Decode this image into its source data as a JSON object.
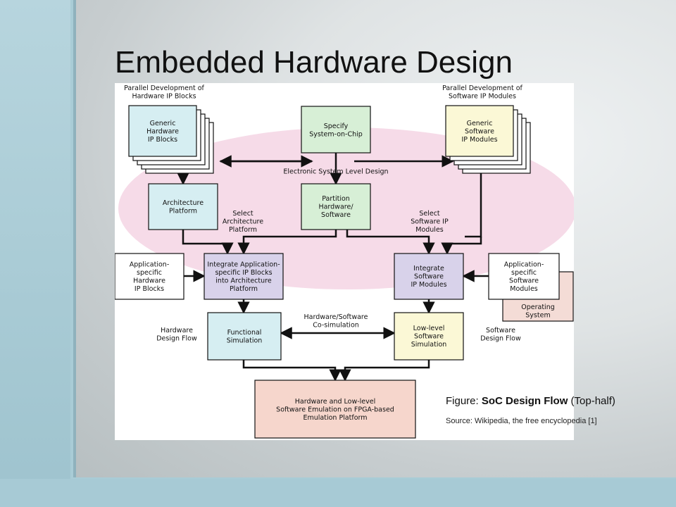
{
  "slide": {
    "title": "Embedded Hardware Design",
    "caption_prefix": "Figure: ",
    "caption_bold": "SoC Design Flow",
    "caption_suffix": " (Top-half)",
    "source": "Source: Wikipedia, the free encyclopedia [1]"
  },
  "diagram": {
    "hw_ip_header": [
      "Parallel Development of",
      "Hardware IP Blocks"
    ],
    "sw_ip_header": [
      "Parallel Development of",
      "Software IP Modules"
    ],
    "generic_hw": [
      "Generic",
      "Hardware",
      "IP Blocks"
    ],
    "specify_soc": [
      "Specify",
      "System-on-Chip"
    ],
    "generic_sw": [
      "Generic",
      "Software",
      "IP Modules"
    ],
    "esl_label": [
      "Electronic System Level Design"
    ],
    "architecture_platform": [
      "Architecture",
      "Platform"
    ],
    "partition": [
      "Partition",
      "Hardware/",
      "Software"
    ],
    "select_arch": [
      "Select",
      "Architecture",
      "Platform"
    ],
    "select_sw": [
      "Select",
      "Software IP",
      "Modules"
    ],
    "app_hw": [
      "Application-",
      "specific",
      "Hardware",
      "IP Blocks"
    ],
    "integrate_app": [
      "Integrate Application-",
      "specific IP Blocks",
      "into Architecture",
      "Platform"
    ],
    "integrate_sw": [
      "Integrate",
      "Software",
      "IP Modules"
    ],
    "app_sw": [
      "Application-",
      "specific",
      "Software",
      "Modules"
    ],
    "operating_system": [
      "Operating",
      "System"
    ],
    "cosim_label": [
      "Hardware/Software",
      "Co-simulation"
    ],
    "hw_flow": [
      "Hardware",
      "Design Flow"
    ],
    "functional_sim": [
      "Functional",
      "Simulation"
    ],
    "lowlevel_sim": [
      "Low-level",
      "Software",
      "Simulation"
    ],
    "sw_flow": [
      "Software",
      "Design Flow"
    ],
    "emulation": [
      "Hardware and Low-level",
      "Software Emulation on FPGA-based",
      "Emulation Platform"
    ]
  },
  "colors": {
    "green": "#d7efd6",
    "yellow": "#fbf8d6",
    "blue": "#d6eef2",
    "purple": "#d8d2ea",
    "peach": "#f6d6cc",
    "pink_ellipse": "#f6dbe8",
    "os_pink": "#f4dcd6"
  }
}
